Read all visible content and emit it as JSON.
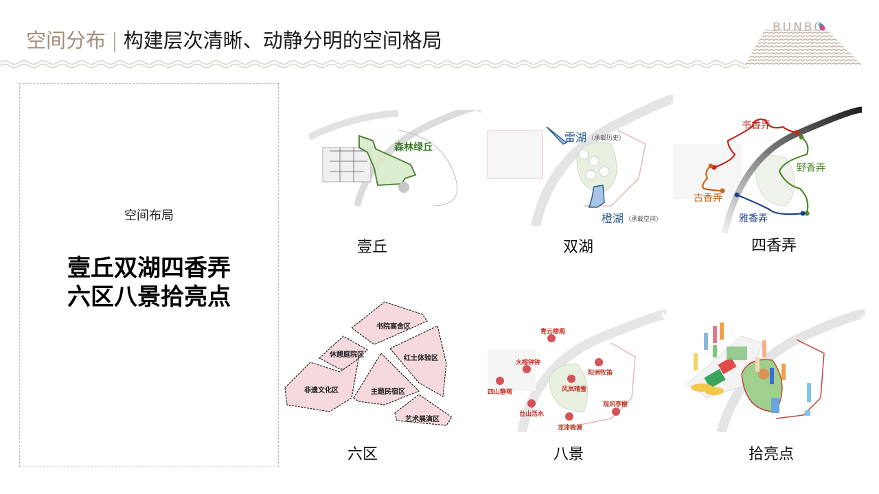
{
  "header": {
    "title_prefix": "空间分布",
    "separator": "|",
    "title_main": "构建层次清晰、动静分明的空间格局",
    "logo_text": "BUNBO"
  },
  "colors": {
    "accent_brown": "#a58d78",
    "forest_green": "#3f7a2a",
    "lake_blue": "#2e5f8a",
    "route_red": "#c0281f",
    "route_green": "#4d8a2a",
    "route_orange": "#c8661a",
    "route_blue": "#1f3f8f",
    "zone_fill": "#f5d9dc",
    "scene_dot": "#d2454b"
  },
  "left_panel": {
    "subtitle": "空间布局",
    "headline_line1": "壹丘双湖四香弄",
    "headline_line2": "六区八景拾亮点"
  },
  "maps": [
    {
      "label": "壹丘",
      "annotations": [
        {
          "text": "森林绿丘"
        }
      ]
    },
    {
      "label": "双湖",
      "annotations": [
        {
          "text": "雷湖",
          "note": "（承载历史）"
        },
        {
          "text": "橙湖",
          "note": "（承载空间）"
        }
      ]
    },
    {
      "label": "四香弄",
      "annotations": [
        {
          "text": "书香弄"
        },
        {
          "text": "野香弄"
        },
        {
          "text": "古香弄"
        },
        {
          "text": "雅香弄"
        }
      ]
    },
    {
      "label": "六区",
      "annotations": [
        {
          "text": "书院高舍区"
        },
        {
          "text": "休憩庭院区"
        },
        {
          "text": "红土体验区"
        },
        {
          "text": "非遗文化区"
        },
        {
          "text": "主题民宿区"
        },
        {
          "text": "艺术展演区"
        }
      ]
    },
    {
      "label": "八景",
      "annotations": [
        {
          "text": "青云楼阁"
        },
        {
          "text": "大榕钟钟"
        },
        {
          "text": "阳洲牧笛"
        },
        {
          "text": "四山静雨"
        },
        {
          "text": "风岚晴雪"
        },
        {
          "text": "台山活水"
        },
        {
          "text": "观风亭榭"
        },
        {
          "text": "龙津晚渡"
        }
      ]
    },
    {
      "label": "拾亮点",
      "annotations": []
    }
  ]
}
